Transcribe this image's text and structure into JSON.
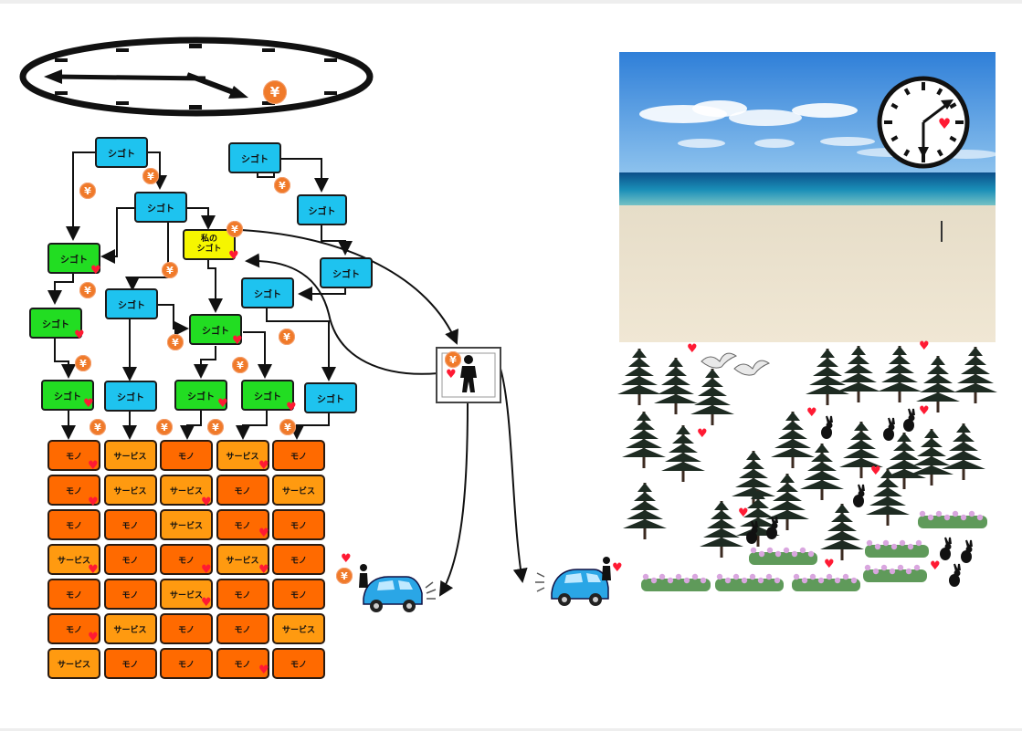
{
  "flow": {
    "shigoto_label": "シゴト",
    "my_shigoto_line1": "私の",
    "my_shigoto_line2": "シゴト"
  },
  "currency_symbol": "¥",
  "grid": [
    [
      "モノ",
      "サービス",
      "モノ",
      "サービス",
      "モノ"
    ],
    [
      "モノ",
      "サービス",
      "サービス",
      "モノ",
      "サービス"
    ],
    [
      "モノ",
      "モノ",
      "サービス",
      "モノ",
      "モノ"
    ],
    [
      "サービス",
      "モノ",
      "モノ",
      "サービス",
      "モノ"
    ],
    [
      "モノ",
      "モノ",
      "サービス",
      "モノ",
      "モノ"
    ],
    [
      "モノ",
      "サービス",
      "モノ",
      "モノ",
      "サービス"
    ],
    [
      "サービス",
      "モノ",
      "モノ",
      "モノ",
      "モノ"
    ]
  ],
  "colors": {
    "blue_tile": "#1ec3ef",
    "green_tile": "#22dd22",
    "yellow_tile": "#f6f600",
    "mono_tile": "#ff6a00",
    "service_tile": "#ff9a10",
    "yen_coin": "#f07a2a",
    "heart": "#ff1a33"
  }
}
